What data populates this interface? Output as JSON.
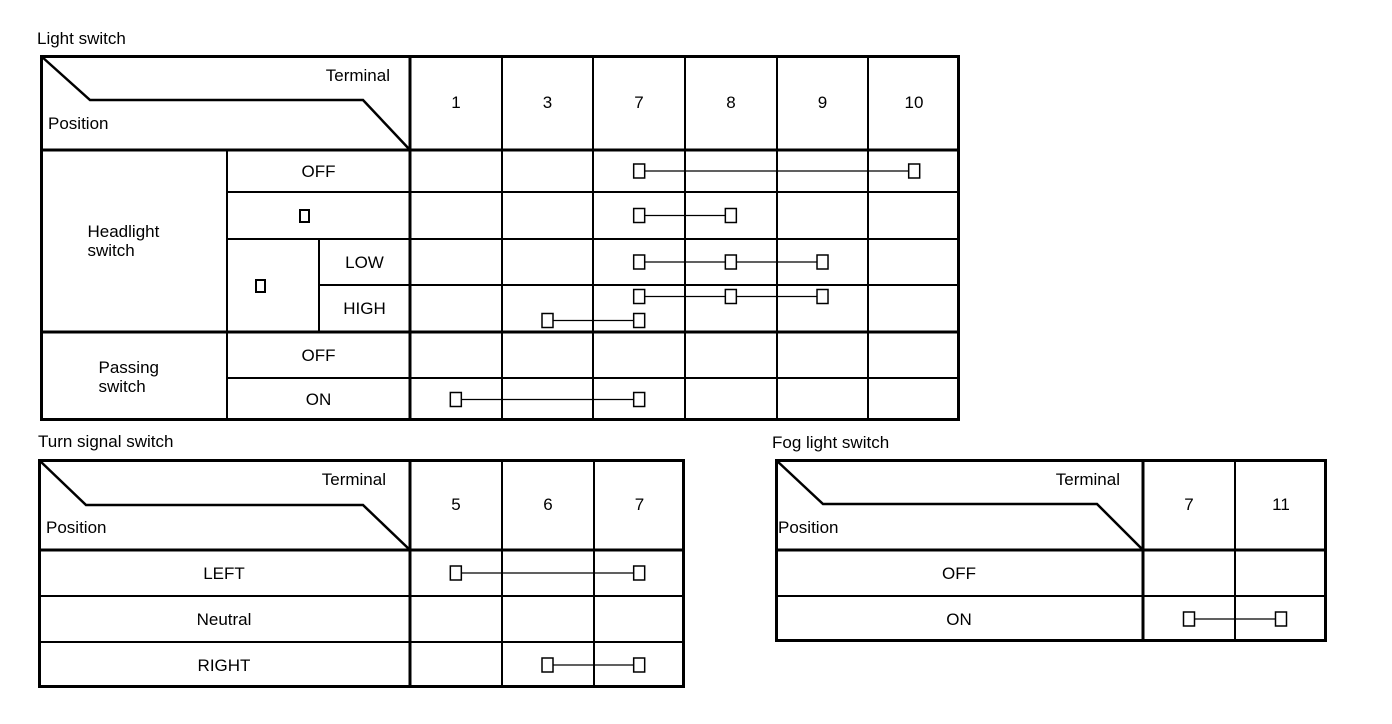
{
  "colors": {
    "background": "#ffffff",
    "line": "#000000",
    "text": "#000000"
  },
  "tables": {
    "light_switch": {
      "title": "Light switch",
      "corner": {
        "terminal": "Terminal",
        "position": "Position"
      },
      "terminals": [
        "1",
        "3",
        "7",
        "8",
        "9",
        "10"
      ],
      "groups": [
        {
          "label": "Headlight switch",
          "rows": [
            {
              "label": "OFF"
            },
            {
              "label": "",
              "symbol": "□"
            },
            {
              "label": "LOW"
            },
            {
              "label": "HIGH"
            }
          ],
          "shared_symbol": "□"
        },
        {
          "label": "Passing switch",
          "rows": [
            {
              "label": "OFF"
            },
            {
              "label": "ON"
            }
          ]
        }
      ],
      "connections": [
        {
          "row_index": 0,
          "terminals": [
            "7",
            "10"
          ]
        },
        {
          "row_index": 1,
          "terminals": [
            "7",
            "8"
          ]
        },
        {
          "row_index": 2,
          "terminals": [
            "7",
            "8",
            "9"
          ]
        },
        {
          "row_index": 3,
          "terminals": [
            "7",
            "8",
            "9"
          ]
        },
        {
          "row_index": 3,
          "terminals": [
            "3",
            "7"
          ]
        },
        {
          "row_index": 5,
          "terminals": [
            "1",
            "7"
          ]
        }
      ]
    },
    "turn_signal_switch": {
      "title": "Turn signal switch",
      "corner": {
        "terminal": "Terminal",
        "position": "Position"
      },
      "terminals": [
        "5",
        "6",
        "7"
      ],
      "rows": [
        {
          "label": "LEFT"
        },
        {
          "label": "Neutral"
        },
        {
          "label": "RIGHT"
        }
      ],
      "connections": [
        {
          "row_index": 0,
          "terminals": [
            "5",
            "7"
          ]
        },
        {
          "row_index": 2,
          "terminals": [
            "6",
            "7"
          ]
        }
      ]
    },
    "fog_light_switch": {
      "title": "Fog light switch",
      "corner": {
        "terminal": "Terminal",
        "position": "Position"
      },
      "terminals": [
        "7",
        "11"
      ],
      "rows": [
        {
          "label": "OFF"
        },
        {
          "label": "ON"
        }
      ],
      "connections": [
        {
          "row_index": 1,
          "terminals": [
            "7",
            "11"
          ]
        }
      ]
    }
  }
}
